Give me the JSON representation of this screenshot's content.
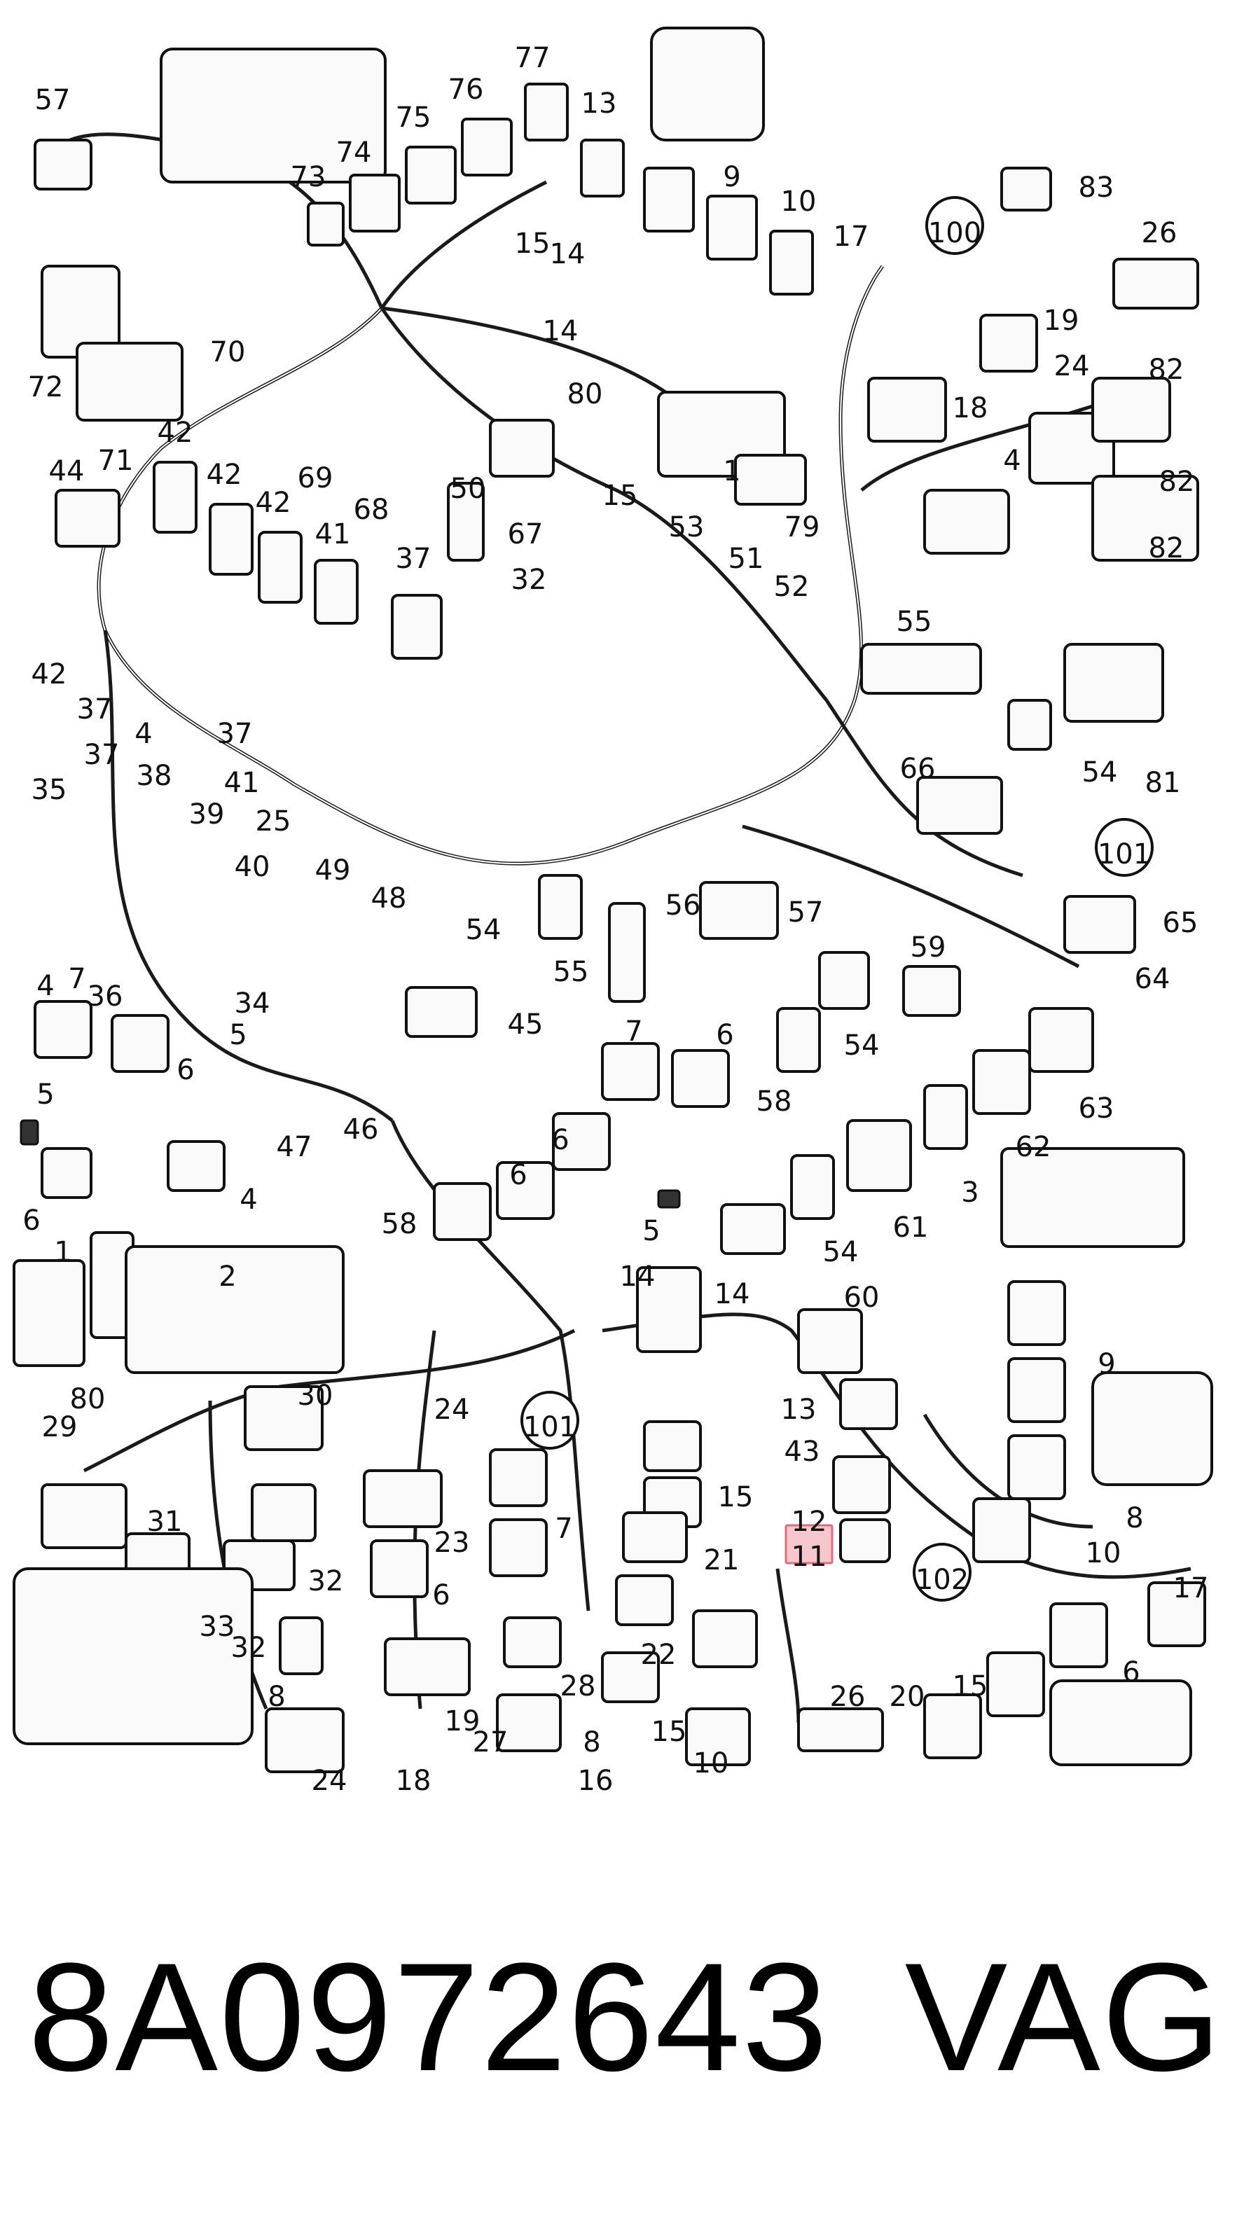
{
  "callouts": [
    {
      "label": "57"
    },
    {
      "label": "77"
    },
    {
      "label": "76"
    },
    {
      "label": "75"
    },
    {
      "label": "74"
    },
    {
      "label": "73"
    },
    {
      "label": "13"
    },
    {
      "label": "9"
    },
    {
      "label": "10"
    },
    {
      "label": "17"
    },
    {
      "label": "100"
    },
    {
      "label": "83"
    },
    {
      "label": "26"
    },
    {
      "label": "15"
    },
    {
      "label": "14"
    },
    {
      "label": "72"
    },
    {
      "label": "70"
    },
    {
      "label": "14"
    },
    {
      "label": "80"
    },
    {
      "label": "19"
    },
    {
      "label": "24"
    },
    {
      "label": "82"
    },
    {
      "label": "71"
    },
    {
      "label": "42"
    },
    {
      "label": "42"
    },
    {
      "label": "69"
    },
    {
      "label": "68"
    },
    {
      "label": "18"
    },
    {
      "label": "4"
    },
    {
      "label": "82"
    },
    {
      "label": "44"
    },
    {
      "label": "42"
    },
    {
      "label": "50"
    },
    {
      "label": "15"
    },
    {
      "label": "1"
    },
    {
      "label": "79"
    },
    {
      "label": "67"
    },
    {
      "label": "82"
    },
    {
      "label": "53"
    },
    {
      "label": "41"
    },
    {
      "label": "37"
    },
    {
      "label": "32"
    },
    {
      "label": "51"
    },
    {
      "label": "52"
    },
    {
      "label": "55"
    },
    {
      "label": "42"
    },
    {
      "label": "37"
    },
    {
      "label": "4"
    },
    {
      "label": "37"
    },
    {
      "label": "41"
    },
    {
      "label": "25"
    },
    {
      "label": "54"
    },
    {
      "label": "81"
    },
    {
      "label": "37"
    },
    {
      "label": "38"
    },
    {
      "label": "35"
    },
    {
      "label": "39"
    },
    {
      "label": "66"
    },
    {
      "label": "40"
    },
    {
      "label": "49"
    },
    {
      "label": "48"
    },
    {
      "label": "101"
    },
    {
      "label": "54"
    },
    {
      "label": "56"
    },
    {
      "label": "57"
    },
    {
      "label": "65"
    },
    {
      "label": "4"
    },
    {
      "label": "36"
    },
    {
      "label": "34"
    },
    {
      "label": "7"
    },
    {
      "label": "5"
    },
    {
      "label": "55"
    },
    {
      "label": "45"
    },
    {
      "label": "59"
    },
    {
      "label": "64"
    },
    {
      "label": "6"
    },
    {
      "label": "54"
    },
    {
      "label": "5"
    },
    {
      "label": "7"
    },
    {
      "label": "6"
    },
    {
      "label": "47"
    },
    {
      "label": "46"
    },
    {
      "label": "6"
    },
    {
      "label": "58"
    },
    {
      "label": "63"
    },
    {
      "label": "62"
    },
    {
      "label": "4"
    },
    {
      "label": "6"
    },
    {
      "label": "58"
    },
    {
      "label": "3"
    },
    {
      "label": "6"
    },
    {
      "label": "61"
    },
    {
      "label": "1"
    },
    {
      "label": "5"
    },
    {
      "label": "54"
    },
    {
      "label": "2"
    },
    {
      "label": "14"
    },
    {
      "label": "60"
    },
    {
      "label": "14"
    },
    {
      "label": "80"
    },
    {
      "label": "9"
    },
    {
      "label": "13"
    },
    {
      "label": "30"
    },
    {
      "label": "24"
    },
    {
      "label": "101"
    },
    {
      "label": "43"
    },
    {
      "label": "29"
    },
    {
      "label": "15"
    },
    {
      "label": "8"
    },
    {
      "label": "31"
    },
    {
      "label": "23"
    },
    {
      "label": "7"
    },
    {
      "label": "12"
    },
    {
      "label": "21"
    },
    {
      "label": "11"
    },
    {
      "label": "10"
    },
    {
      "label": "102"
    },
    {
      "label": "17"
    },
    {
      "label": "32"
    },
    {
      "label": "6"
    },
    {
      "label": "22"
    },
    {
      "label": "33"
    },
    {
      "label": "32"
    },
    {
      "label": "6"
    },
    {
      "label": "8"
    },
    {
      "label": "28"
    },
    {
      "label": "15"
    },
    {
      "label": "19"
    },
    {
      "label": "26"
    },
    {
      "label": "15"
    },
    {
      "label": "20"
    },
    {
      "label": "8"
    },
    {
      "label": "27"
    },
    {
      "label": "24"
    },
    {
      "label": "18"
    },
    {
      "label": "16"
    },
    {
      "label": "10"
    }
  ],
  "highlight": {
    "label": "11",
    "color": "#e06d7c"
  },
  "footer": {
    "part_number": "8A0972643",
    "brand": "VAG"
  }
}
